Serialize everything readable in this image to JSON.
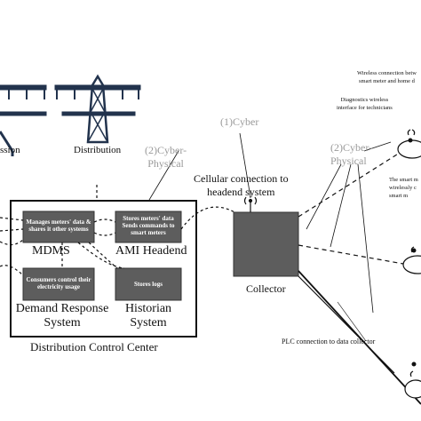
{
  "labels": {
    "transmission_partial": "ssion",
    "distribution": "Distribution",
    "cyber_physical_2_left_line1": "(2)Cyber-",
    "cyber_physical_2_left_line2": "Physical",
    "cyber_1_line1": "(1)Cyber",
    "cellular_line1": "Cellular connection to",
    "cellular_line2": "headend system",
    "cyber_physical_2_right_line1": "(2)Cyber-",
    "cyber_physical_2_right_line2": "Physical",
    "wireless_line1": "Wireless connection betw",
    "wireless_line2": "smart meter and home d",
    "diag_line1": "Diagnostics wireless",
    "diag_line2": "interface for  technicians",
    "smart_line1": "The smart m",
    "smart_line2": "wirelessly c",
    "smart_line3": "smart m",
    "collector": "Collector",
    "plc": "PLC connection to data collector",
    "control_center": "Distribution Control Center"
  },
  "boxes": {
    "mdms_box_line1": "Manages meters' data &",
    "mdms_box_line2": "shares it other systems",
    "ami_box_line1": "Stores meters' data",
    "ami_box_line2": "Sends commands to",
    "ami_box_line3": "smart meters",
    "dr_box_line1": "Consumers control their",
    "dr_box_line2": "electricity usage",
    "hist_box_line1": "Stores logs"
  },
  "systems": {
    "mdms": "MDMS",
    "ami": "AMI Headend",
    "dr_line1": "Demand Response",
    "dr_line2": "System",
    "hist_line1": "Historian",
    "hist_line2": "System"
  },
  "colors": {
    "box_fill": "#5d5d5d",
    "tower_fill": "#22334d",
    "gray_text": "#9a9a9a"
  }
}
